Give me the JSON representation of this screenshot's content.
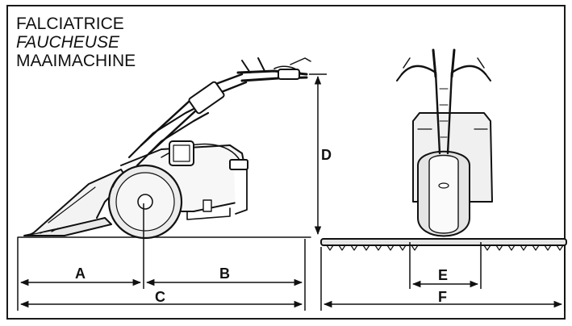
{
  "titles": {
    "line1": "FALCIATRICE",
    "line2": "FAUCHEUSE",
    "line3": "MAAIMACHINE"
  },
  "dimensions": {
    "A": "A",
    "B": "B",
    "C": "C",
    "D": "D",
    "E": "E",
    "F": "F"
  }
}
